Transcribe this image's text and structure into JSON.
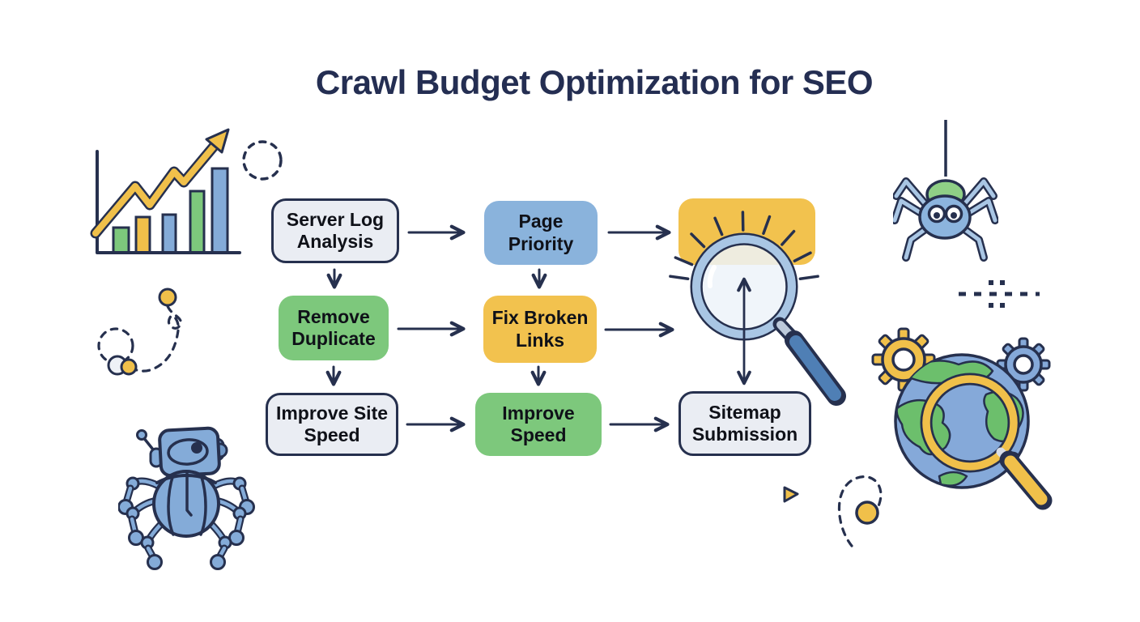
{
  "title": "Crawl Budget Optimization for SEO",
  "flow": {
    "nodes": [
      {
        "label": "Server Log Analysis",
        "variant": "neutral"
      },
      {
        "label": "Page Priority",
        "variant": "blue"
      },
      {
        "label": "",
        "variant": "yellow-highlight"
      },
      {
        "label": "Remove Duplicate",
        "variant": "green"
      },
      {
        "label": "Fix Broken Links",
        "variant": "yellow"
      },
      {
        "label": "Improve Site Speed",
        "variant": "neutral"
      },
      {
        "label": "Improve Speed",
        "variant": "green"
      },
      {
        "label": "Sitemap Submission",
        "variant": "neutral"
      }
    ]
  },
  "icons": {
    "top_left": "growth-chart-icon",
    "top_center": "dashed-circle-icon",
    "left_middle": "dashed-squiggle-icon",
    "top_right": "hanging-spider-icon",
    "bottom_left": "crawler-robot-icon",
    "center_right": "magnifier-highlight-icon",
    "right_middle": "plus-dashes-icon",
    "right": "globe-gears-magnifier-icon",
    "bottom_center_right": "triangle-icon",
    "bottom_right": "dashed-loop-dot-icon"
  },
  "colors": {
    "title": "#242e52",
    "outline": "#26304e",
    "neutral_fill": "#eaedf3",
    "blue_fill": "#8ab3dc",
    "green_fill": "#7dc87c",
    "yellow_fill": "#f2c24e",
    "steel_blue": "#4f7fb5",
    "light_blue": "#a9c6e4",
    "arrow": "#26304e"
  }
}
